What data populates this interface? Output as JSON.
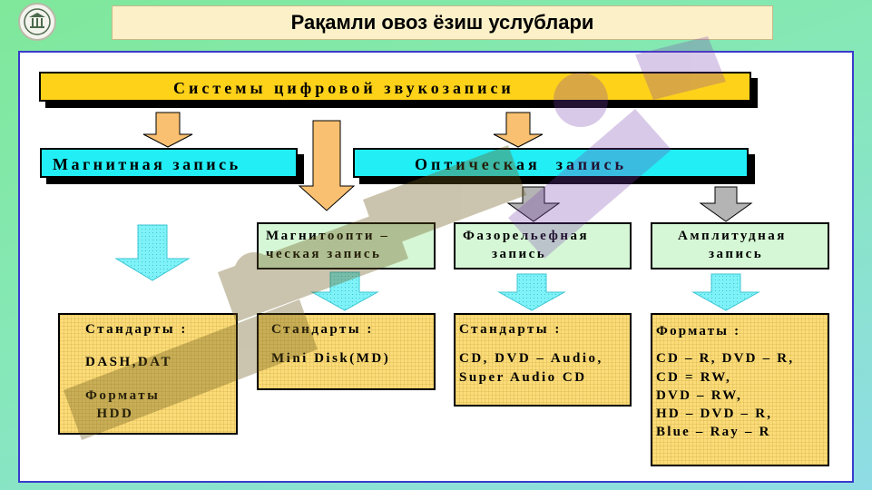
{
  "header": {
    "title": "Рақамли овоз ёзиш услублари"
  },
  "diagram": {
    "root": "Системы цифровой звукозаписи",
    "magnetic": "Магнитная запись",
    "optical": "Оптическая  запись",
    "magneto_optical": [
      "Магнитоопти –",
      "ческая запись"
    ],
    "phase_relief": [
      "Фазорельефная",
      "запись"
    ],
    "amplitude": [
      "Амплитудная",
      "запись"
    ],
    "cell_magnetic": [
      "Стандарты :",
      "",
      "DASH,DAT",
      "",
      "Форматы",
      "  HDD"
    ],
    "cell_magneto_optical": [
      "Стандарты :",
      "",
      "Mini Disk(MD)"
    ],
    "cell_phase_relief": [
      "Стандарты :",
      "",
      "CD, DVD – Audio,",
      "Super Audio CD"
    ],
    "cell_amplitude": [
      "Форматы :",
      "",
      "CD – R, DVD – R,",
      "CD = RW,",
      "DVD – RW,",
      "HD – DVD – R,",
      "Blue – Ray – R"
    ]
  },
  "icons": {
    "logo": "institution-logo-icon",
    "arrow": "down-arrow-icon"
  },
  "colors": {
    "root_fill": "#ffd21a",
    "magnetic_fill": "#22eef5",
    "optical_fill": "#22eef5",
    "sub_fill": "#d6f7d6",
    "cell_fill": "#fbdc78",
    "arrow_orange": "#f8c070",
    "arrow_cyan": "#7ff2f8",
    "arrow_gray": "#b4b4b4",
    "panel_border": "#3a3acb"
  }
}
